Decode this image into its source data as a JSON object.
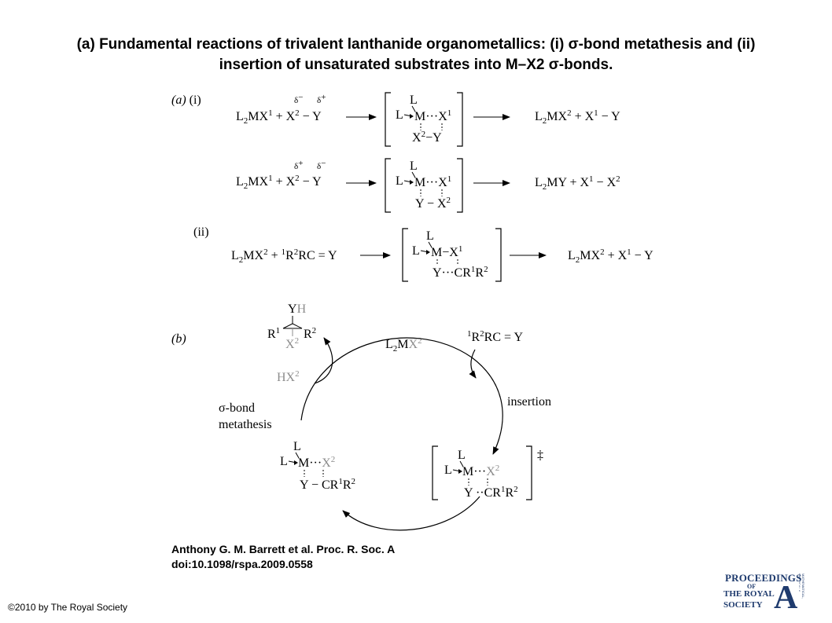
{
  "title": {
    "line1": "(a) Fundamental reactions of trivalent lanthanide organometallics: (i) σ-bond metathesis and (ii)",
    "line2": "insertion of unsaturated substrates into M–X2 σ-bonds."
  },
  "scheme_a": {
    "label_a": "(a)",
    "label_i": "(i)",
    "label_ii": "(ii)",
    "delta_minus": "δ",
    "delta_plus": "δ",
    "minus": "−",
    "plus": "+"
  },
  "scheme_b": {
    "label_b": "(b)",
    "catalyst": "L2MX2",
    "substrate": "1R2RC = Y",
    "insertion": "insertion",
    "sigma_line1": "σ-bond",
    "sigma_line2": "metathesis",
    "hx2": "HX2",
    "dagger": "‡"
  },
  "citation": {
    "line1": "Anthony G. M. Barrett et al. Proc. R. Soc. A",
    "line2": "doi:10.1098/rspa.2009.0558"
  },
  "copyright": "©2010 by The Royal Society",
  "logo": {
    "proceedings": "PROCEEDINGS",
    "of": "OF",
    "the_royal": "THE ROYAL",
    "society": "SOCIETY",
    "letter": "A",
    "vertical": "MATHEMATICAL, PHYSICAL & ENGINEERING SCIENCES"
  },
  "colors": {
    "logo_blue": "#1f3b6e",
    "grey_atoms": "#8c8c8c"
  }
}
